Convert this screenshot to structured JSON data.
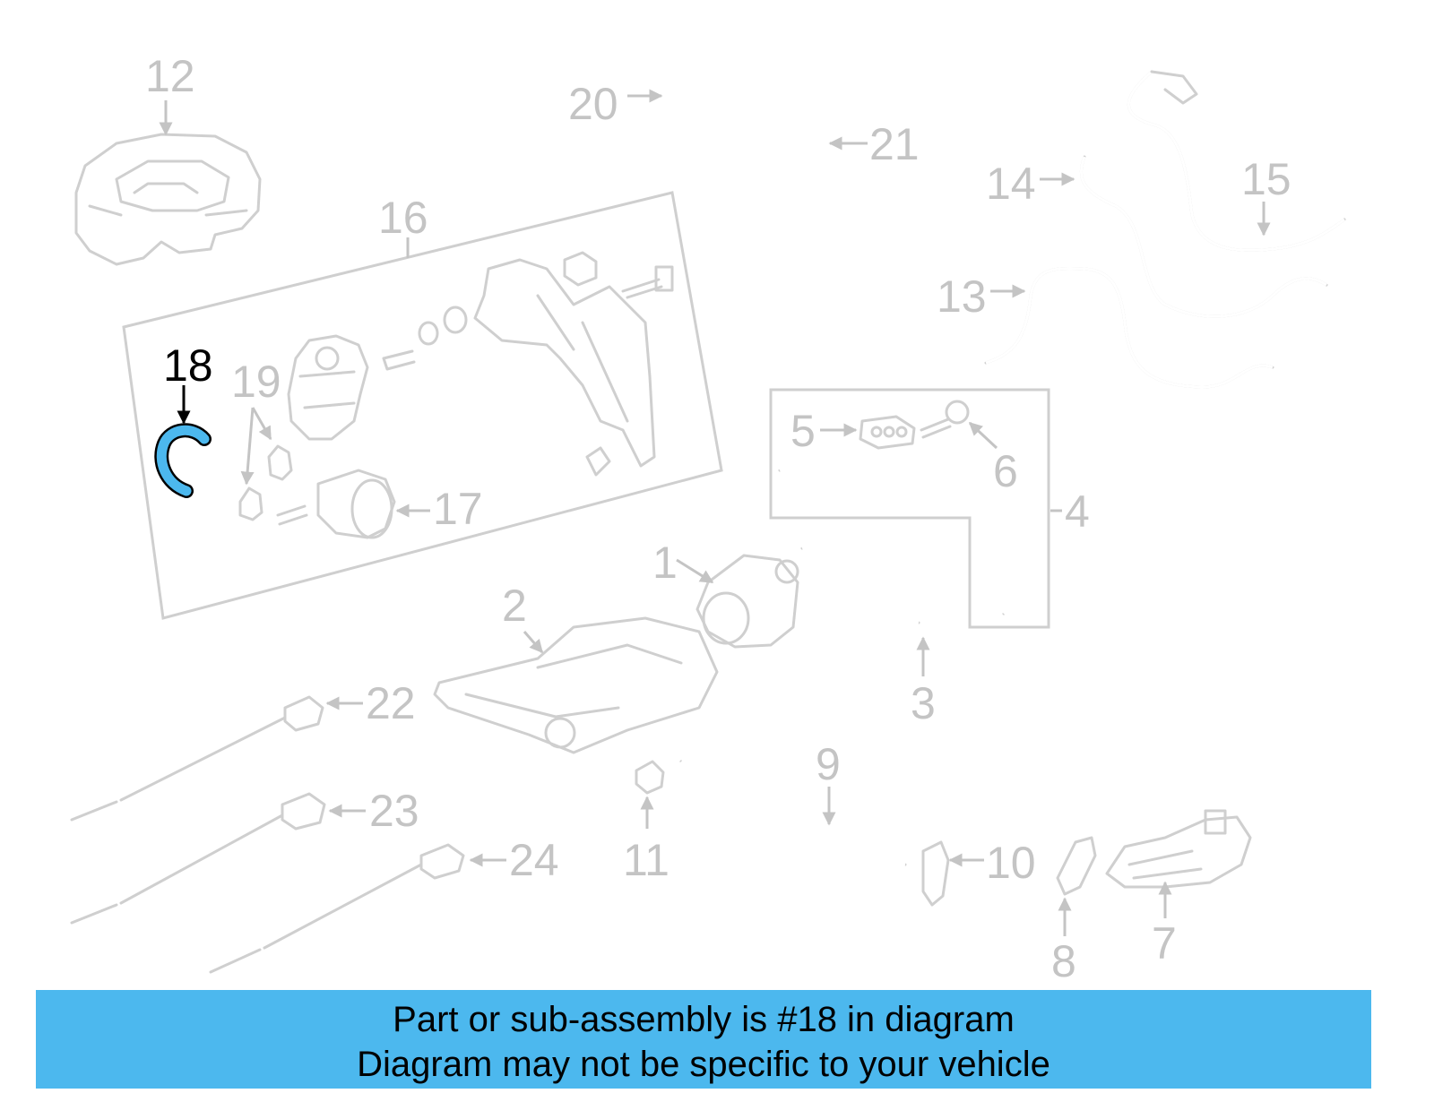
{
  "diagram": {
    "highlight_color": "#4cb8ee",
    "labels": {
      "p1": "1",
      "p2": "2",
      "p3": "3",
      "p4": "4",
      "p5": "5",
      "p6": "6",
      "p7": "7",
      "p8": "8",
      "p9": "9",
      "p10": "10",
      "p11": "11",
      "p12": "12",
      "p13": "13",
      "p14": "14",
      "p15": "15",
      "p16": "16",
      "p17": "17",
      "p18": "18",
      "p19": "19",
      "p20": "20",
      "p21": "21",
      "p22": "22",
      "p23": "23",
      "p24": "24"
    },
    "highlighted_part": "18"
  },
  "banner": {
    "background": "#4cb8ee",
    "line1": "Part or sub-assembly is #18 in diagram",
    "line2": "Diagram may not be specific to your vehicle"
  }
}
